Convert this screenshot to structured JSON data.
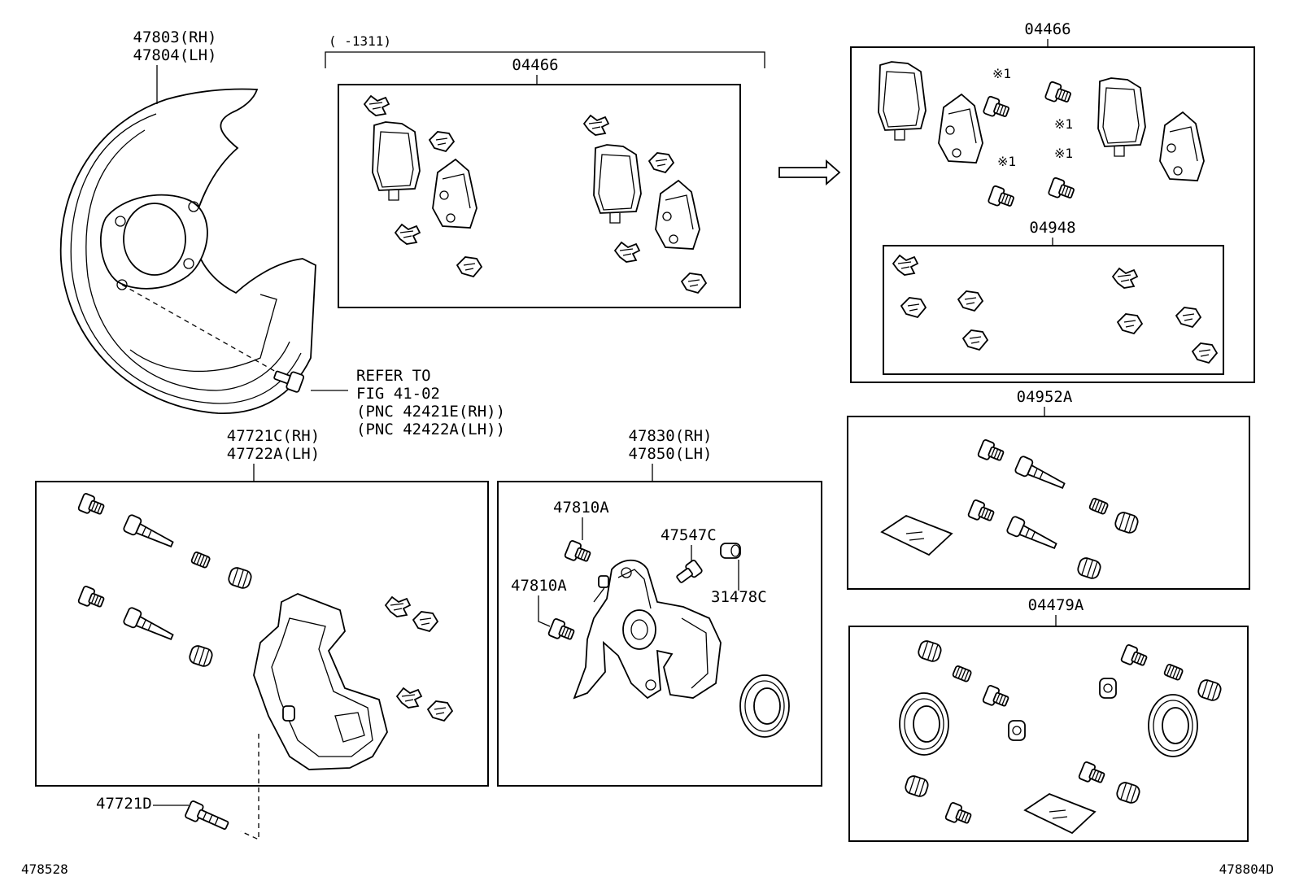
{
  "labels": {
    "shield_rh": "47803(RH)",
    "shield_lh": "47804(LH)",
    "date_range": "(      -1311)",
    "pad_kit_old": "04466",
    "pad_kit_new": "04466",
    "mark_1a": "※1",
    "mark_1b": "※1",
    "mark_1c": "※1",
    "mark_1d": "※1",
    "fitting_kit": "04948",
    "refer_1": "REFER TO",
    "refer_2": "FIG 41-02",
    "refer_3": "(PNC 42421E(RH))",
    "refer_4": "(PNC 42422A(LH))",
    "mount_rh": "47721C(RH)",
    "mount_lh": "47722A(LH)",
    "caliper_rh": "47830(RH)",
    "caliper_lh": "47850(LH)",
    "bleeder_top": "47810A",
    "bleeder_left": "47810A",
    "plug": "47547C",
    "cap": "31478C",
    "slide_kit": "04952A",
    "cyl_kit": "04479A",
    "bolt": "47721D",
    "fig_left": "478528",
    "fig_right": "478804D"
  }
}
